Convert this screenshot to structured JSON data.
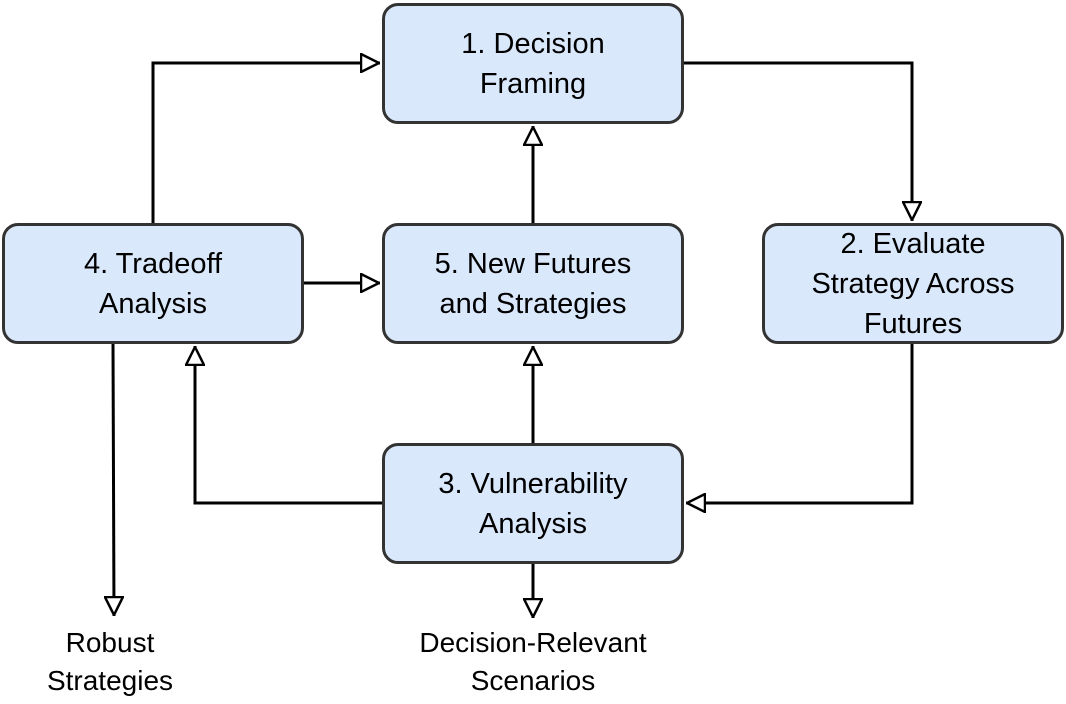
{
  "diagram": {
    "node_fill": "#dae8fc",
    "node_stroke": "#333333",
    "edge_color": "#000000",
    "nodes": {
      "decision_framing": "1. Decision\nFraming",
      "evaluate_strategy": "2. Evaluate\nStrategy Across\nFutures",
      "vulnerability_analysis": "3. Vulnerability\nAnalysis",
      "tradeoff_analysis": "4. Tradeoff\nAnalysis",
      "new_futures": "5. New Futures\nand Strategies"
    },
    "outputs": {
      "robust_strategies": "Robust\nStrategies",
      "decision_relevant_scenarios": "Decision-Relevant\nScenarios"
    },
    "edges": [
      {
        "from": "decision_framing",
        "to": "evaluate_strategy"
      },
      {
        "from": "evaluate_strategy",
        "to": "vulnerability_analysis"
      },
      {
        "from": "vulnerability_analysis",
        "to": "tradeoff_analysis"
      },
      {
        "from": "vulnerability_analysis",
        "to": "new_futures"
      },
      {
        "from": "vulnerability_analysis",
        "to": "decision_relevant_scenarios"
      },
      {
        "from": "tradeoff_analysis",
        "to": "decision_framing"
      },
      {
        "from": "tradeoff_analysis",
        "to": "new_futures"
      },
      {
        "from": "tradeoff_analysis",
        "to": "robust_strategies"
      },
      {
        "from": "new_futures",
        "to": "decision_framing"
      }
    ]
  }
}
